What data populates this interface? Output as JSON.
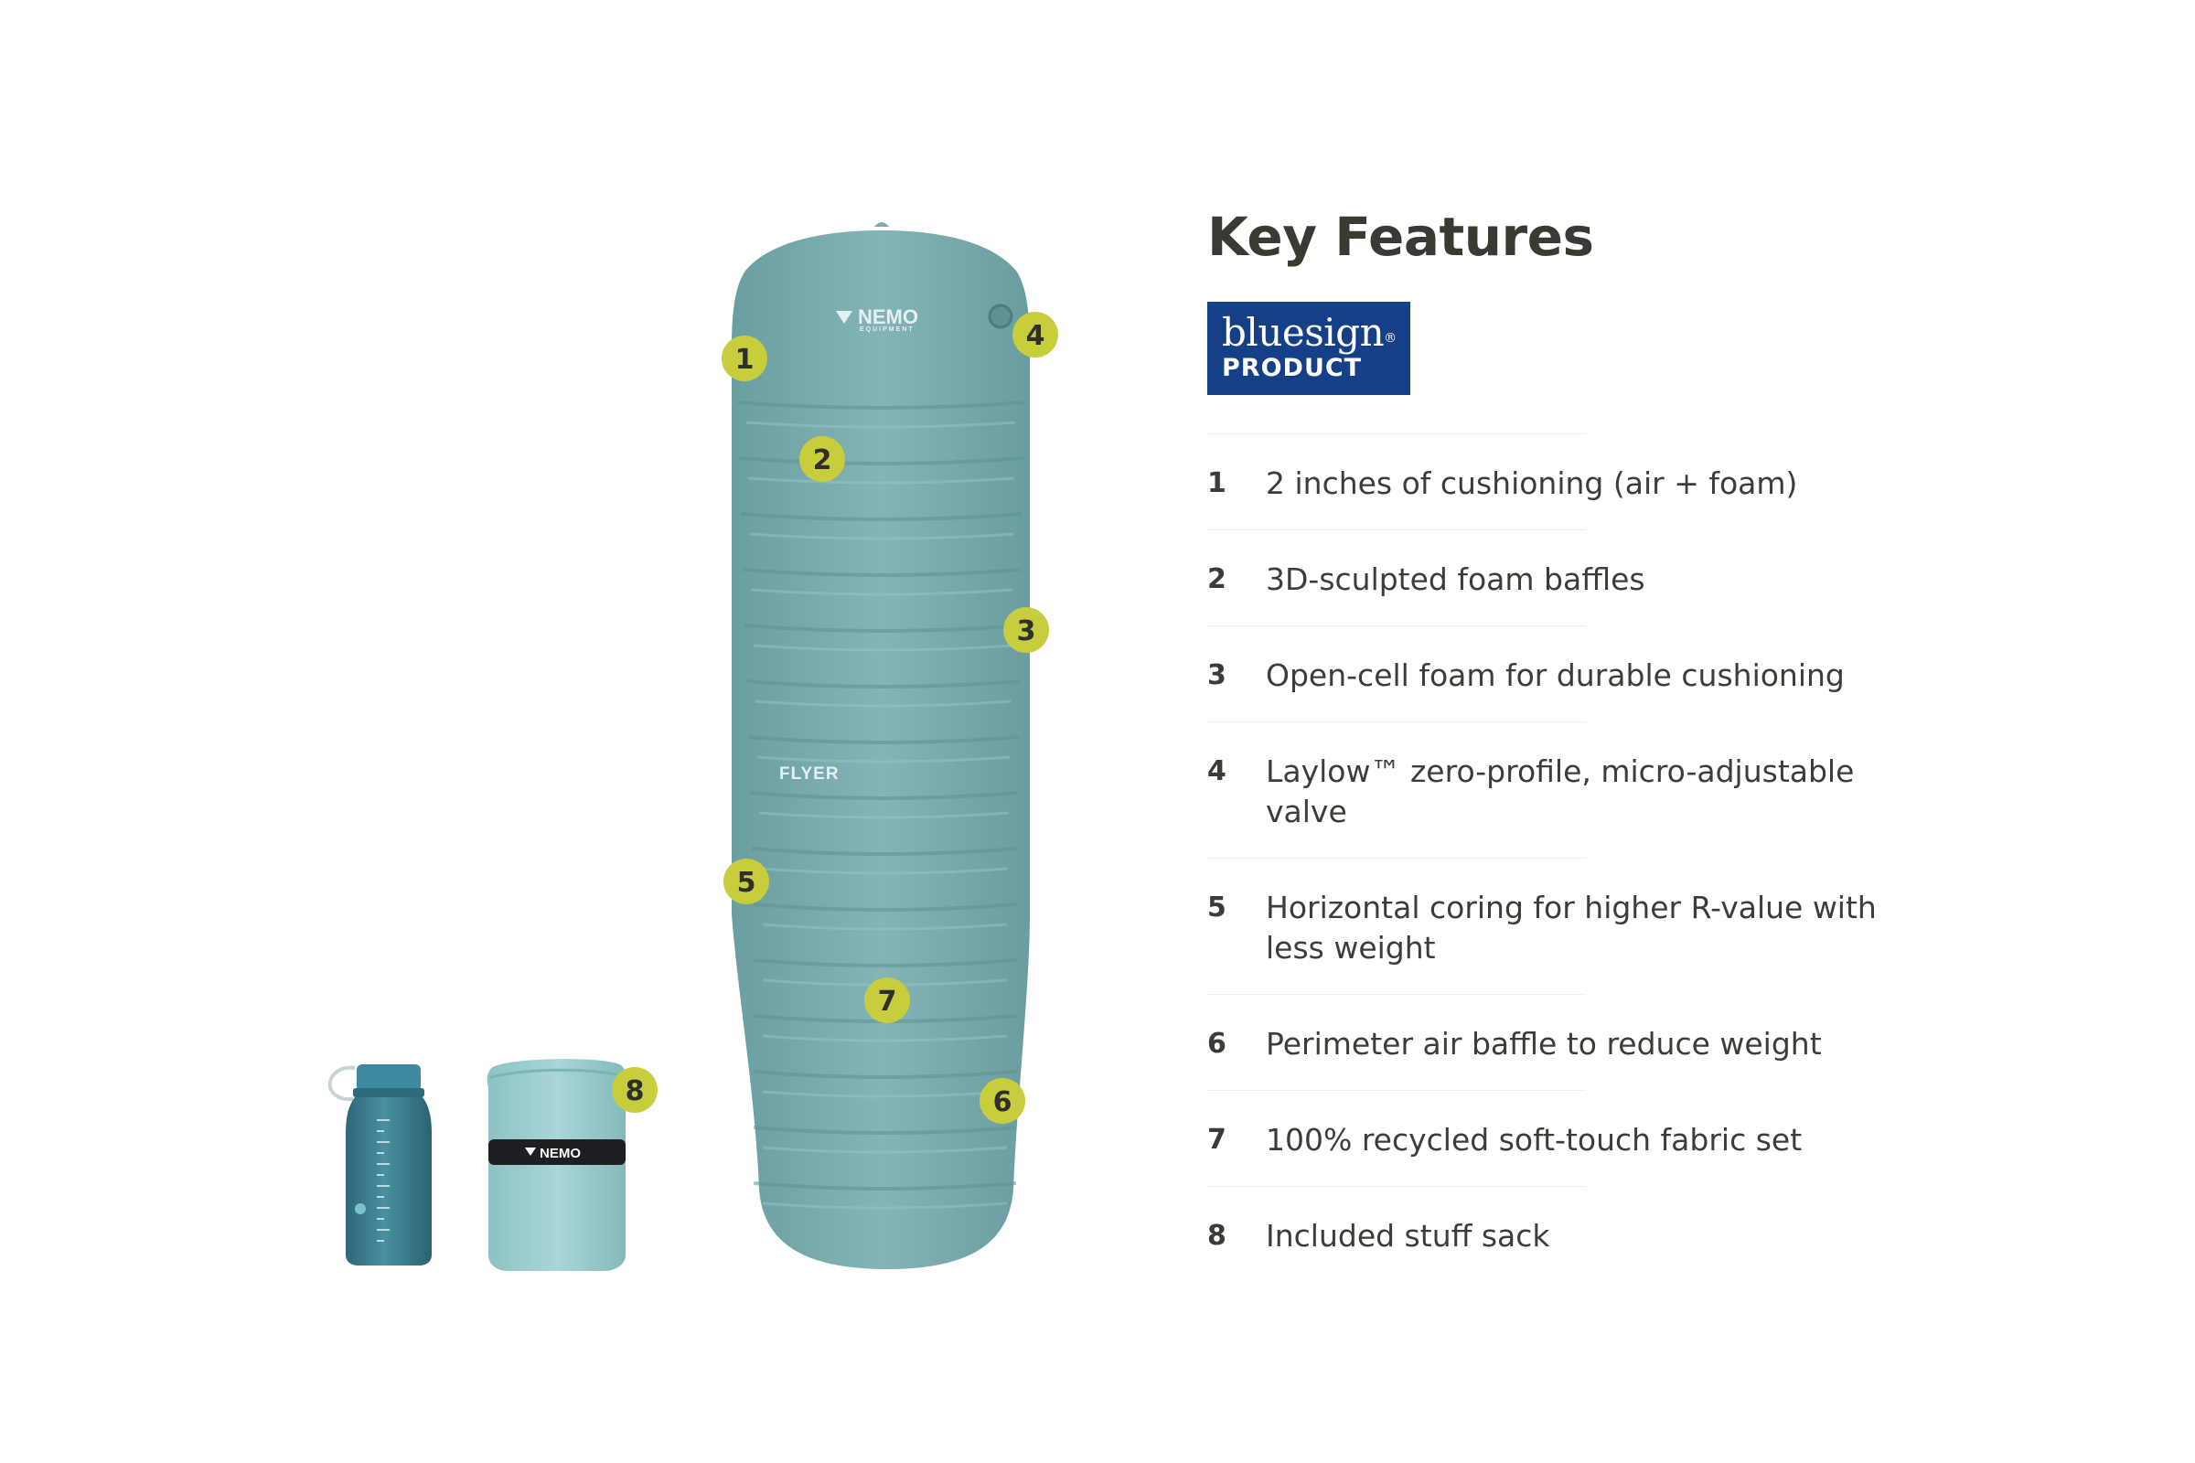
{
  "heading": "Key Features",
  "badge": {
    "line1": "bluesign",
    "reg": "®",
    "line2": "PRODUCT"
  },
  "product": {
    "brand_logo": "NEMO",
    "brand_sub": "EQUIPMENT",
    "model": "FLYER",
    "sack_brand": "NEMO"
  },
  "markers": [
    "1",
    "2",
    "3",
    "4",
    "5",
    "6",
    "7",
    "8"
  ],
  "features": [
    {
      "num": "1",
      "text": "2 inches of cushioning (air + foam)"
    },
    {
      "num": "2",
      "text": "3D-sculpted foam baffles"
    },
    {
      "num": "3",
      "text": "Open-cell foam for durable cushioning"
    },
    {
      "num": "4",
      "text": "Laylow™ zero-profile, micro-adjustable valve"
    },
    {
      "num": "5",
      "text": "Horizontal coring for higher R-value with less weight"
    },
    {
      "num": "6",
      "text": "Perimeter air baffle to reduce weight"
    },
    {
      "num": "7",
      "text": "100% recycled soft-touch fabric set"
    },
    {
      "num": "8",
      "text": "Included stuff sack"
    }
  ],
  "colors": {
    "marker": "#c7cd3c",
    "mat": "#78a9ab",
    "badge": "#153f87",
    "bottle": "#3f7f90"
  }
}
